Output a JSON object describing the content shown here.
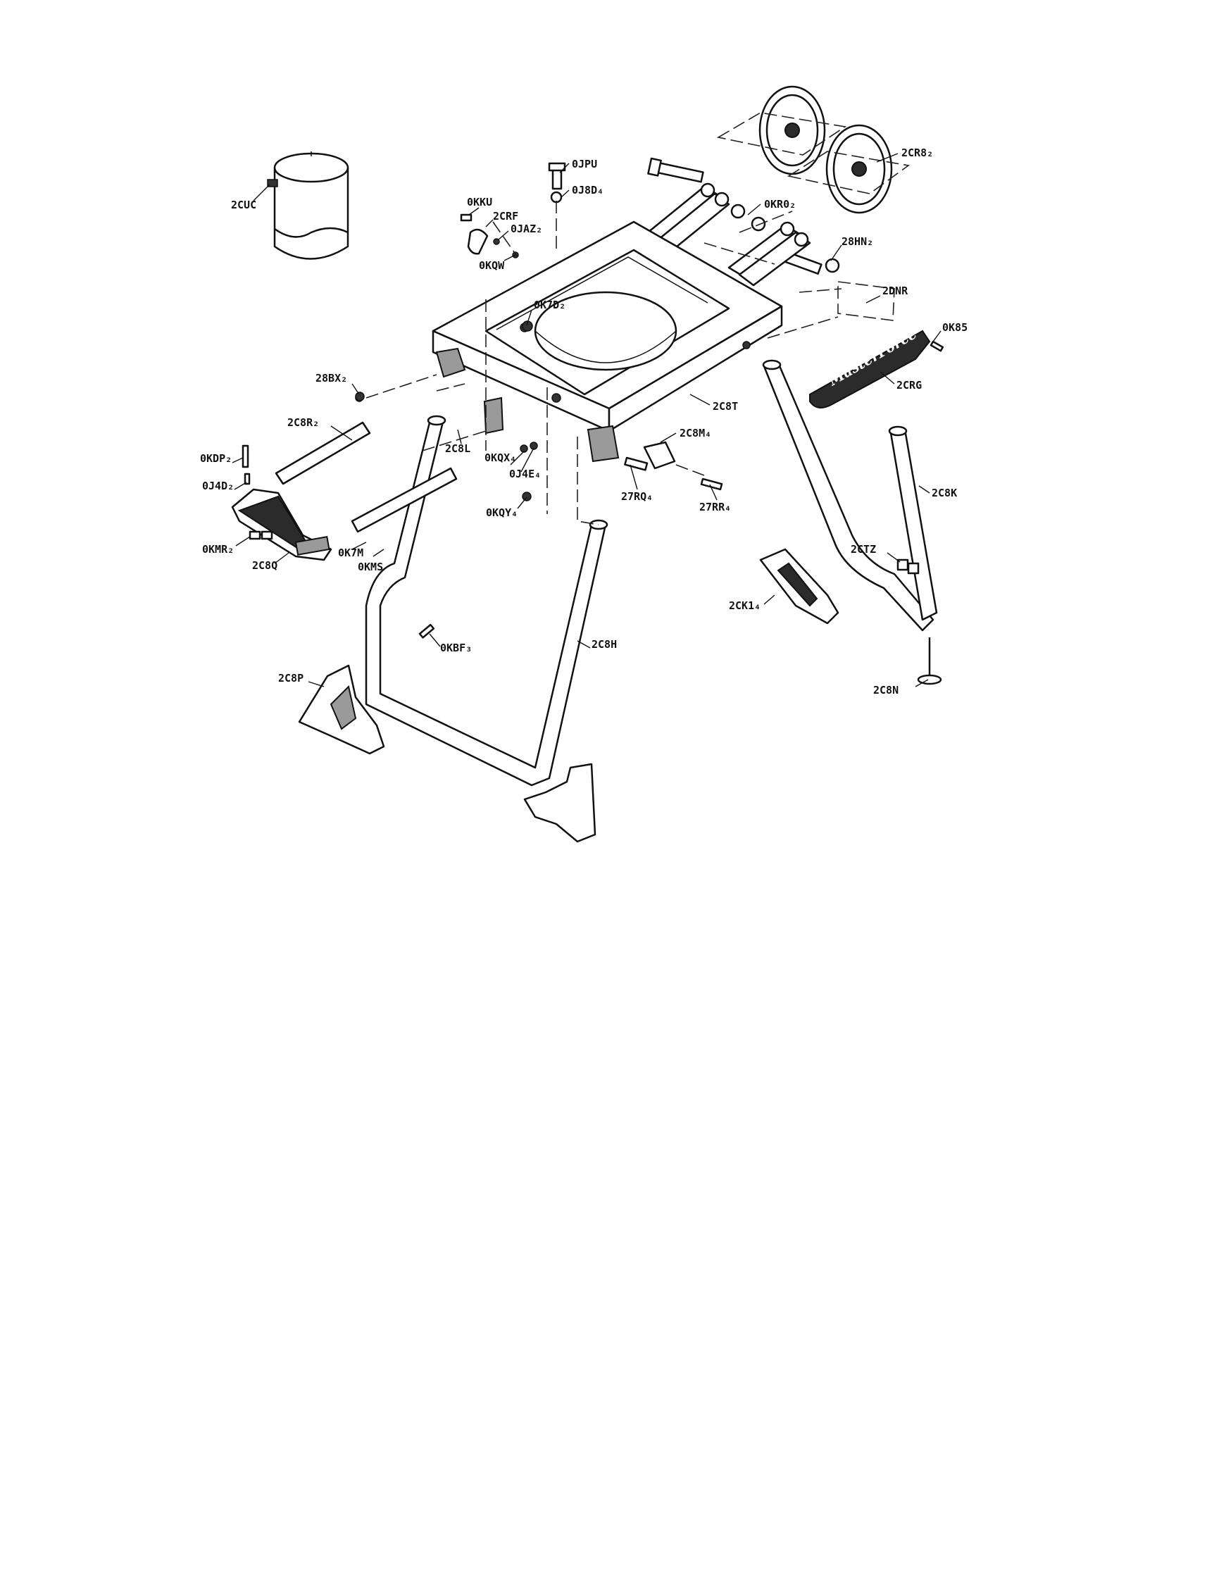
{
  "diagram": {
    "type": "exploded parts diagram",
    "logo_text": "MasterForce"
  },
  "labels": {
    "2CUC": "2CUC",
    "0JPU": "0JPU",
    "0J8D4": "0J8D₄",
    "0KKU": "0KKU",
    "2CRF": "2CRF",
    "0JAZ2": "0JAZ₂",
    "0KQW": "0KQW",
    "2CR82": "2CR8₂",
    "0KR02": "0KR0₂",
    "28HN2": "28HN₂",
    "2DNR": "2DNR",
    "0K85": "0K85",
    "2CRG": "2CRG",
    "0K7D2": "0K7D₂",
    "2C8T": "2C8T",
    "28BX2": "28BX₂",
    "2C8R2": "2C8R₂",
    "0KDP2": "0KDP₂",
    "0J4D2": "0J4D₂",
    "0KMR2": "0KMR₂",
    "2C8Q": "2C8Q",
    "0K7M": "0K7M",
    "0KMS": "0KMS",
    "2C8L": "2C8L",
    "0KQX4": "0KQX₄",
    "0J4E4": "0J4E₄",
    "0KQY4": "0KQY₄",
    "2C8M4": "2C8M₄",
    "27RQ4": "27RQ₄",
    "27RR4": "27RR₄",
    "2C8K": "2C8K",
    "2CTZ": "2CTZ",
    "2CK14": "2CK1₄",
    "2C8N": "2C8N",
    "0KBF3": "0KBF₃",
    "2C8H": "2C8H",
    "2C8P": "2C8P"
  }
}
